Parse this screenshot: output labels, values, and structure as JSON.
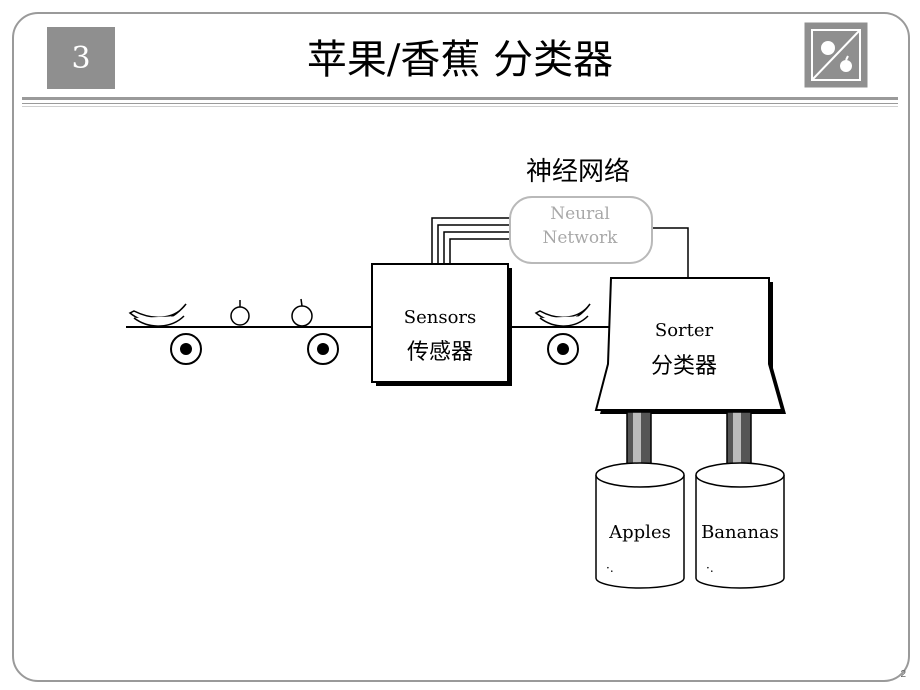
{
  "slide": {
    "number": "3",
    "title": "苹果/香蕉 分类器",
    "page_number": "2",
    "logo_icon": "fruit-logo-icon"
  },
  "diagram": {
    "neural_network_caption": "神经网络",
    "neural_network_label_line1": "Neural",
    "neural_network_label_line2": "Network",
    "sensors_label_en": "Sensors",
    "sensors_label_zh": "传感器",
    "sorter_label_en": "Sorter",
    "sorter_label_zh": "分类器",
    "bin_apples": "Apples",
    "bin_bananas": "Bananas"
  },
  "colors": {
    "gray": "#8f8f8f",
    "line": "#000000",
    "nn_box": "#b9b9b9"
  }
}
